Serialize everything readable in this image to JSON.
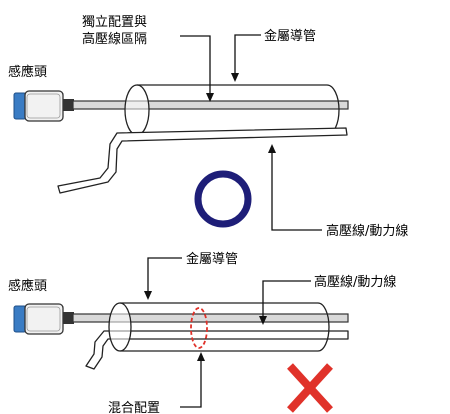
{
  "top": {
    "label_sensor_head": "感應頭",
    "label_separate_line1": "獨立配置與",
    "label_separate_line2": "高壓線區隔",
    "label_metal_conduit": "金屬導管",
    "label_power_line": "高壓線/動力線",
    "verdict": "correct",
    "verdict_icon": "circle-icon",
    "verdict_color": "#1e1e78"
  },
  "bottom": {
    "label_sensor_head": "感應頭",
    "label_metal_conduit": "金屬導管",
    "label_power_line": "高壓線/動力線",
    "label_mixed": "混合配置",
    "verdict": "wrong",
    "verdict_icon": "cross-icon",
    "verdict_color": "#e0322a"
  },
  "colors": {
    "sensor_blue": "#3a7cc4",
    "sensor_body": "#f2f2f2",
    "cable_gray": "#d9d9d9",
    "highlight_red": "#e0322a"
  }
}
